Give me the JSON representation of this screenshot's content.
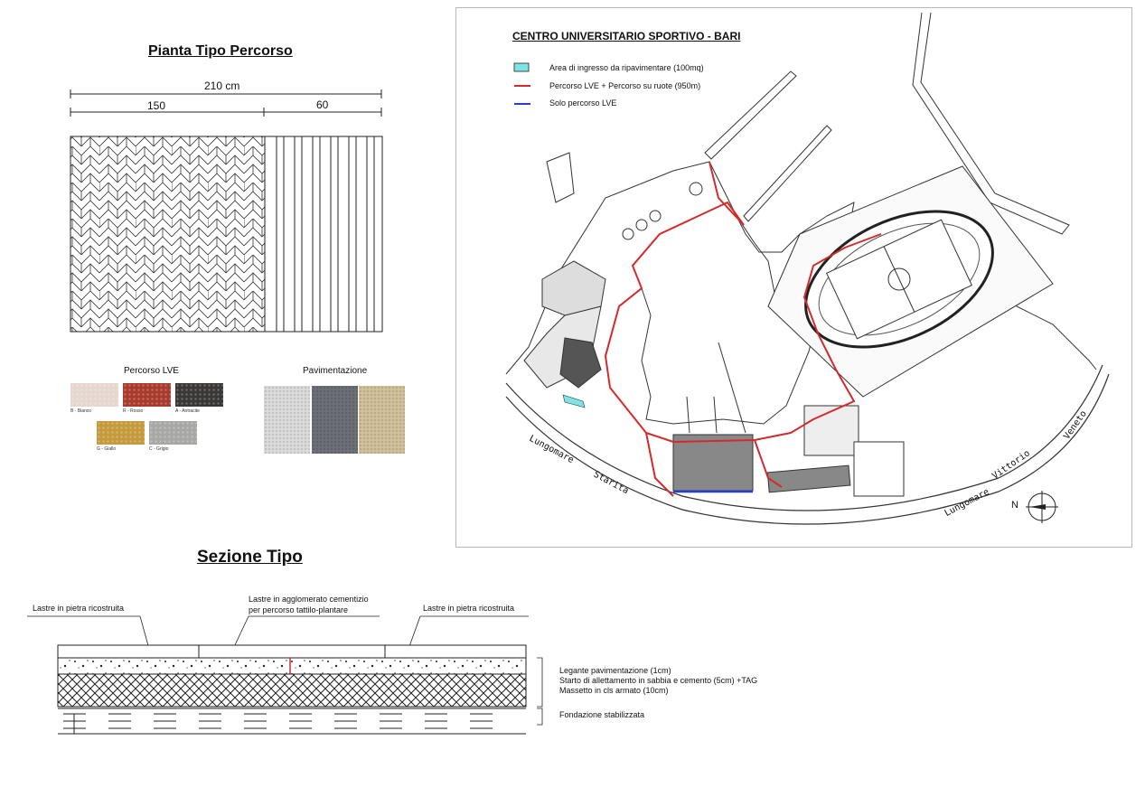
{
  "plan": {
    "title": "Pianta Tipo Percorso",
    "dim_total": "210 cm",
    "dim_left": "150",
    "dim_right": "60"
  },
  "materials": {
    "lve_title": "Percorso LVE",
    "lve_swatches": [
      {
        "label": "B - Bianco",
        "color": "#e5d6d0"
      },
      {
        "label": "R - Rosso",
        "color": "#a83b2c"
      },
      {
        "label": "A - Antracite",
        "color": "#3a3836"
      },
      {
        "label": "G - Giallo",
        "color": "#c49a3c"
      },
      {
        "label": "C - Grigio",
        "color": "#a7a7a5"
      }
    ],
    "pav_title": "Pavimentazione",
    "pav_swatches": [
      {
        "color": "#dcdcdc"
      },
      {
        "color": "#6e7077"
      },
      {
        "color": "#d2c29a"
      }
    ]
  },
  "map": {
    "title": "CENTRO UNIVERSITARIO SPORTIVO - BARI",
    "legend": [
      {
        "label": "Area di ingresso da ripavimentare (100mq)",
        "color": "#7fe3e3"
      },
      {
        "label": "Percorso LVE + Percorso su ruote (950m)",
        "color": "#d42a2a"
      },
      {
        "label": "Solo percorso LVE",
        "color": "#2a3cd4"
      }
    ],
    "streets": {
      "s1": "Lungomare",
      "s2": "Starita",
      "s3": "Lungomare",
      "s4": "Vittorio",
      "s5": "Veneto"
    },
    "north": "N"
  },
  "section": {
    "title": "Sezione Tipo",
    "label_left": "Lastre in pietra ricostruita",
    "label_center_1": "Lastre in agglomerato cementizio",
    "label_center_2": "per percorso tattilo-plantare",
    "label_right": "Lastre in pietra ricostruita",
    "layers": [
      "Legante pavimentazione (1cm)",
      "Starto di allettamento in sabbia e cemento (5cm) +TAG",
      "Massetto in cls armato (10cm)"
    ],
    "foundation": "Fondazione stabilizzata"
  }
}
